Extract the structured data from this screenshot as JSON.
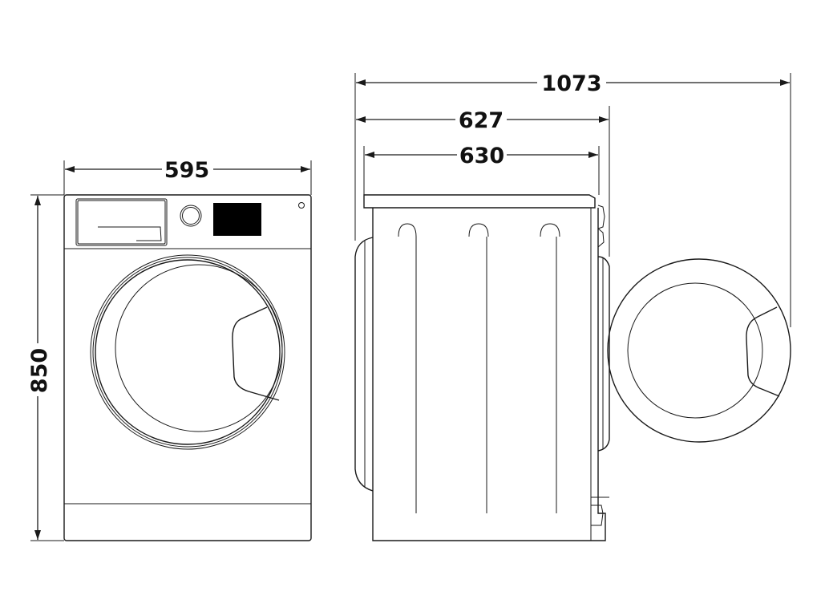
{
  "dimensions": {
    "width": "595",
    "height": "850",
    "depth_body": "630",
    "depth_total": "627",
    "depth_door_open": "1073"
  },
  "colors": {
    "line": "#1a1a1a",
    "background": "#ffffff",
    "display": "#000000"
  }
}
